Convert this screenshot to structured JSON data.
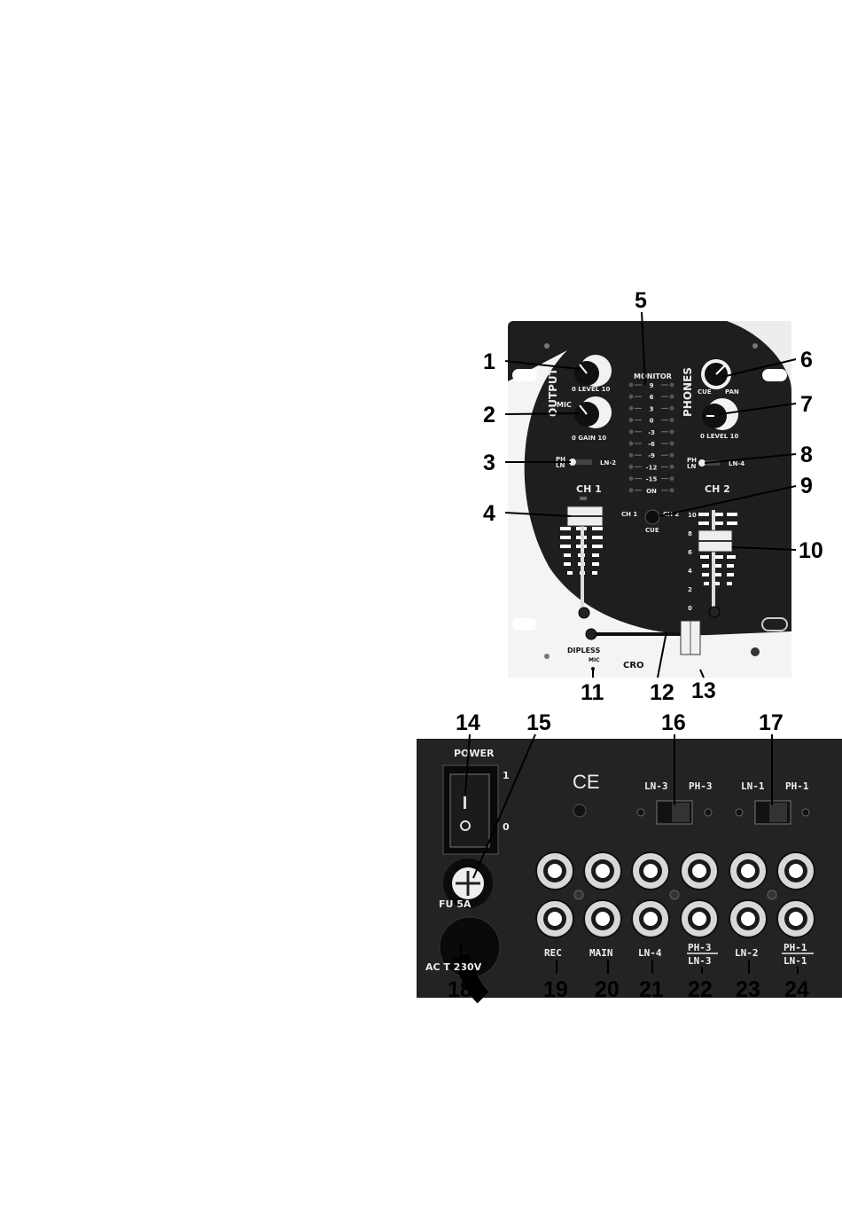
{
  "callouts": [
    "1",
    "2",
    "3",
    "4",
    "5",
    "6",
    "7",
    "8",
    "9",
    "10",
    "11",
    "12",
    "13",
    "14",
    "15",
    "16",
    "17",
    "18",
    "19",
    "20",
    "21",
    "22",
    "23",
    "24"
  ],
  "top_panel": {
    "output": "OUTPUT",
    "level_l": "0 LEVEL 10",
    "mic": "MIC",
    "gain": "0 GAIN 10",
    "ph_ln_1": "PH",
    "ph_ln_2": "LN",
    "ln2": "LN-2",
    "ch1": "CH 1",
    "monitor": "MONITOR",
    "meter_scale": [
      "9",
      "6",
      "3",
      "0",
      "-3",
      "-6",
      "-9",
      "-12",
      "-15",
      "ON"
    ],
    "phones": "PHONES",
    "cue": "CUE",
    "pan": "PAN",
    "level_r": "0 LEVEL 10",
    "ln4": "LN-4",
    "ch2": "CH 2",
    "ch1_small": "CH 1",
    "ch2_small": "CH 2",
    "cue_small": "CUE",
    "fader_scale": [
      "10",
      "8",
      "6",
      "4",
      "2",
      "0"
    ],
    "dipless": "DIPLESS",
    "mic_small": "MIC",
    "cross": "CRO"
  },
  "rear_panel": {
    "power": "POWER",
    "one": "1",
    "zero": "0",
    "ce": "CE",
    "fuse": "FU   5A",
    "ac": "AC    T 230V",
    "ln3": "LN-3",
    "ph3": "PH-3",
    "ln1": "LN-1",
    "ph1": "PH-1",
    "rec": "REC",
    "main": "MAIN",
    "ln4": "LN-4",
    "ph3_top": "PH-3",
    "ln3_bot": "LN-3",
    "ln2": "LN-2",
    "ph1_top": "PH-1",
    "ln1_bot": "LN-1"
  }
}
